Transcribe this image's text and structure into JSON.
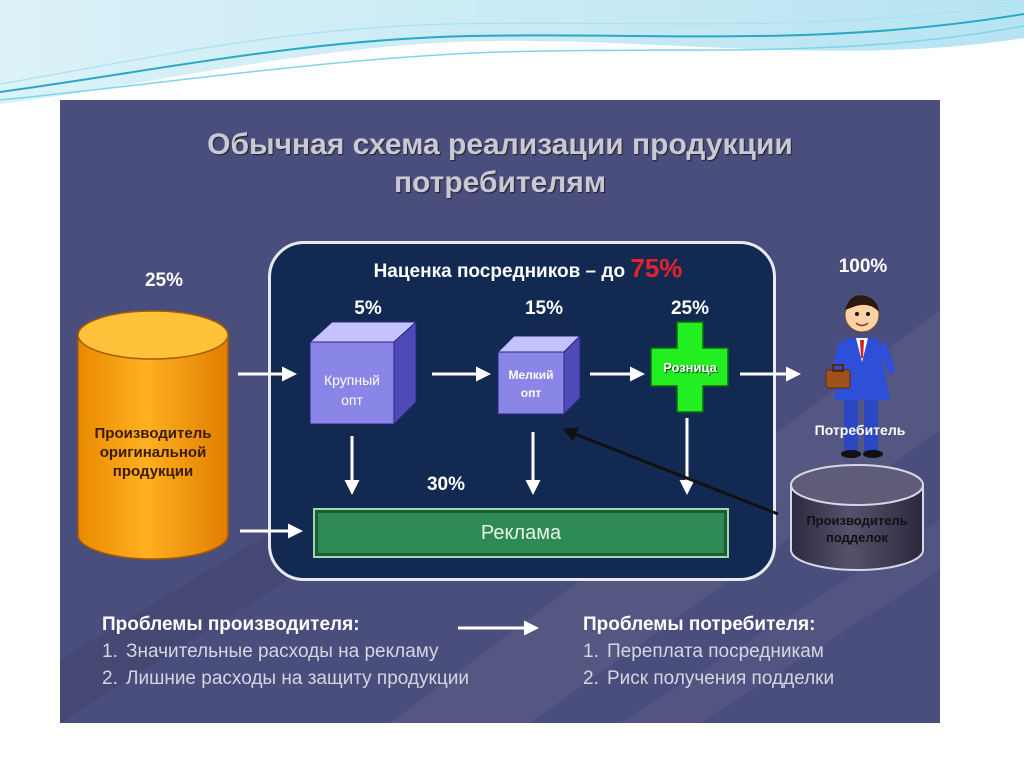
{
  "title_line1": "Обычная схема реализации продукции",
  "title_line2": "потребителям",
  "markup_label": "Наценка посредников – до",
  "markup_value": "75%",
  "producer": {
    "percent": "25%",
    "label": "Производитель оригинальной продукции"
  },
  "wholesale_large": {
    "percent": "5%",
    "label": "Крупный опт"
  },
  "wholesale_small": {
    "percent": "15%",
    "label": "Мелкий опт"
  },
  "retail": {
    "percent": "25%",
    "label": "Розница"
  },
  "consumer": {
    "percent": "100%",
    "label": "Потребитель"
  },
  "advertising": {
    "percent": "30%",
    "label": "Реклама"
  },
  "counterfeit": {
    "label": "Производитель подделок"
  },
  "producer_problems": {
    "title": "Проблемы производителя:",
    "items": [
      "Значительные расходы на рекламу",
      "Лишние расходы на защиту продукции"
    ]
  },
  "consumer_problems": {
    "title": "Проблемы потребителя:",
    "items": [
      "Переплата посредникам",
      "Риск получения подделки"
    ]
  },
  "colors": {
    "slide_bg": "#4a4e7c",
    "panel_bg": "#122a52",
    "producer_cylinder": "#f5a00f",
    "cube": "#8a86e8",
    "retail_cross": "#22ee22",
    "advertising_bar": "#2e8a54",
    "counterfeit_cylinder": "#3c3a52",
    "highlight_red": "#e8202a"
  }
}
